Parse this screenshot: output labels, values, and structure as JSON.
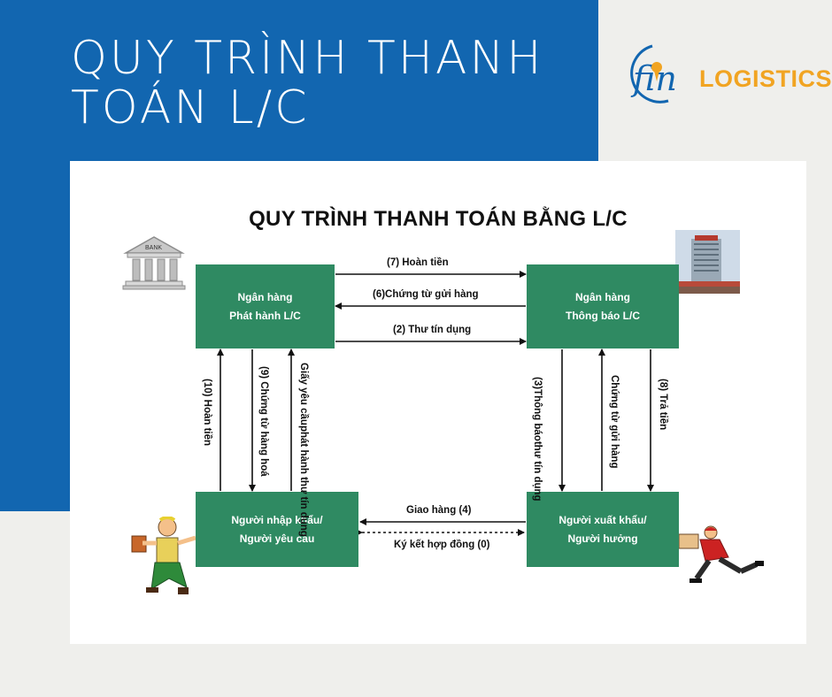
{
  "header": {
    "title_line1": "QUY TRÌNH THANH",
    "title_line2": "TOÁN L/C",
    "logo_mark": "fin",
    "logo_text": "LOGISTICS"
  },
  "diagram": {
    "title": "QUY TRÌNH THANH TOÁN BẰNG L/C",
    "bank_icon_label": "BANK",
    "nodes": {
      "issuing_bank": [
        "Ngân hàng",
        "Phát hành L/C"
      ],
      "advising_bank": [
        "Ngân hàng",
        "Thông báo L/C"
      ],
      "importer": [
        "Người nhập khẩu/",
        "Người yêu cầu"
      ],
      "exporter": [
        "Người xuất khẩu/",
        "Người hưởng"
      ]
    },
    "edges": {
      "e7": "(7) Hoàn tiền",
      "e6": "(6)Chứng từ gửi hàng",
      "e2": "(2) Thư tín dụng",
      "e4": "Giao hàng   (4)",
      "e0": "Ký kết hợp đồng (0)",
      "e10": "(10) Hoàn tiền",
      "e9": "(9) Chứng từ hàng hoá",
      "e1_line1": "Giấy yêu cầu",
      "e1_line2": "phát hành thư tín dụng",
      "e3_line1": "(3)Thông báo",
      "e3_line2": "thư tín dụng",
      "e5": "Chứng từ gửi hàng",
      "e8": "(8) Trả tiền"
    }
  },
  "colors": {
    "blue": "#1266b0",
    "green": "#2f8a62",
    "orange": "#f1a422"
  }
}
